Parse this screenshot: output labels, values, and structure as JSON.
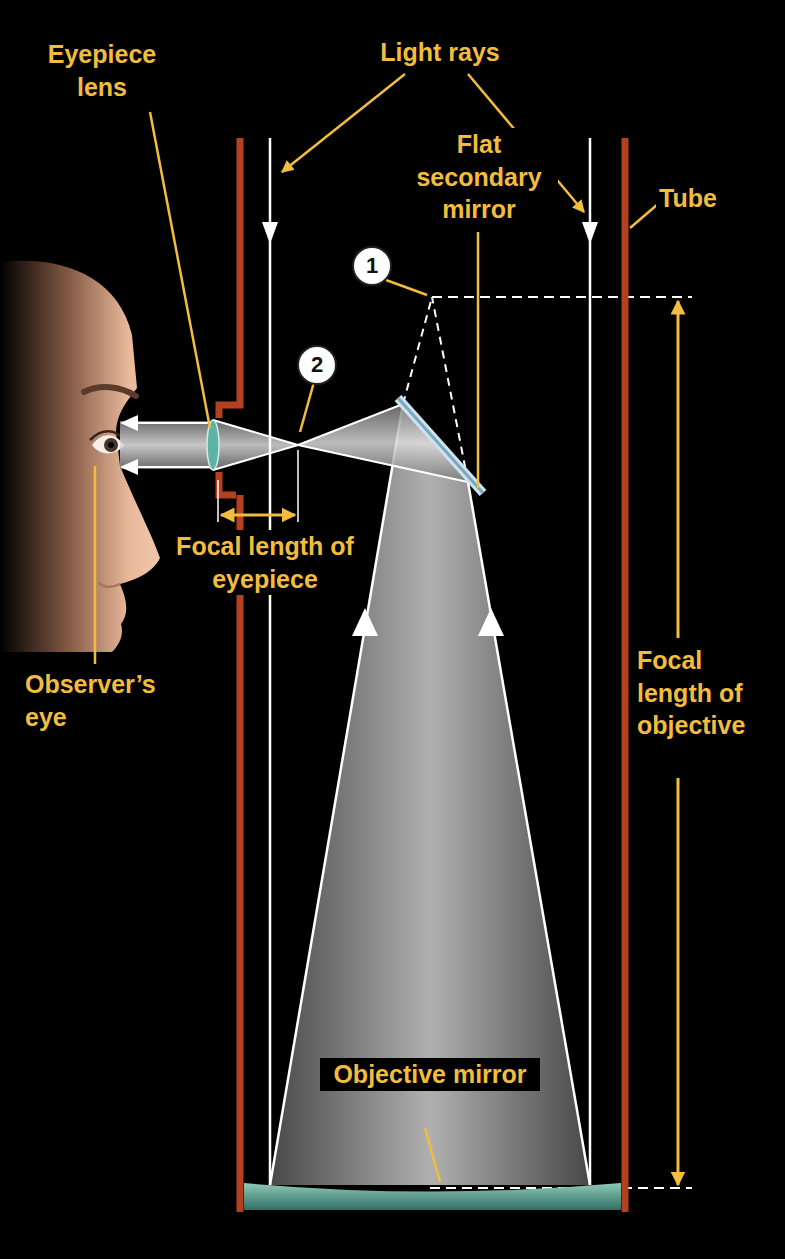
{
  "diagram": {
    "nodes": [
      {
        "text": [
          "1"
        ]
      },
      {
        "text": [
          "2"
        ]
      }
    ],
    "labels": [
      "Eyepiece lens",
      "Light rays",
      "Flat secondary mirror",
      "Tube",
      "Focal length of eyepiece",
      "Observer’s eye",
      "Focal length of objective",
      "Objective mirror"
    ]
  }
}
